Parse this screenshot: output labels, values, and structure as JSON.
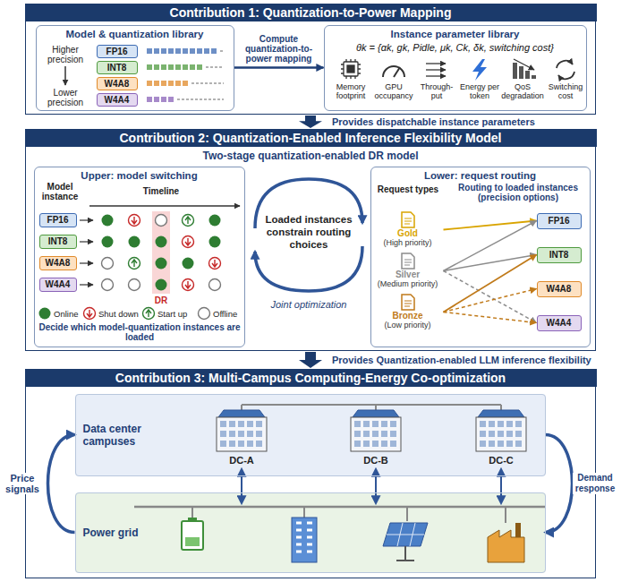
{
  "diagram": {
    "nodes": [
      {
        "text": [
          "Contribution 1: Quantization-to-Power Mapping"
        ]
      },
      {
        "text": [
          "Model & quantization library"
        ],
        "in": 0
      },
      {
        "text": [
          "FP16"
        ],
        "in": 1
      },
      {
        "text": [
          "INT8"
        ],
        "in": 1
      },
      {
        "text": [
          "W4A8"
        ],
        "in": 1
      },
      {
        "text": [
          "W4A4"
        ],
        "in": 1
      },
      {
        "text": [
          "Instance parameter library",
          "θk = {αk, gk, Pidle, μk, Ck, δk, switching cost}"
        ],
        "in": 0
      },
      {
        "text": [
          "Contribution 2: Quantization-Enabled Inference Flexibility Model",
          "Two-stage quantization-enabled DR model"
        ]
      },
      {
        "text": [
          "Upper: model switching"
        ],
        "in": 7
      },
      {
        "text": [
          "FP16"
        ],
        "in": 8
      },
      {
        "text": [
          "INT8"
        ],
        "in": 8
      },
      {
        "text": [
          "W4A8"
        ],
        "in": 8
      },
      {
        "text": [
          "W4A4"
        ],
        "in": 8
      },
      {
        "text": [
          "Lower: request routing"
        ],
        "in": 7
      },
      {
        "text": [
          "Gold",
          "(High priority)"
        ],
        "in": 13
      },
      {
        "text": [
          "Silver",
          "(Medium priority)"
        ],
        "in": 13
      },
      {
        "text": [
          "Bronze",
          "(Low priority)"
        ],
        "in": 13
      },
      {
        "text": [
          "FP16"
        ],
        "in": 13
      },
      {
        "text": [
          "INT8"
        ],
        "in": 13
      },
      {
        "text": [
          "W4A8"
        ],
        "in": 13
      },
      {
        "text": [
          "W4A4"
        ],
        "in": 13
      },
      {
        "text": [
          "Contribution 3: Multi-Campus Computing-Energy Co-optimization"
        ]
      },
      {
        "text": [
          "Data center campuses"
        ],
        "in": 21
      },
      {
        "text": [
          "Power grid"
        ],
        "in": 21
      }
    ],
    "edges": [
      {
        "from": 1,
        "to": 6,
        "label": "Compute quantization-to-power mapping",
        "arrow": "to"
      },
      {
        "from": 0,
        "to": 7,
        "label": "Provides dispatchable instance parameters",
        "arrow": "to"
      },
      {
        "from": 14,
        "to": 17,
        "arrow": "to"
      },
      {
        "from": 15,
        "to": 17,
        "arrow": "to"
      },
      {
        "from": 15,
        "to": 18,
        "arrow": "to"
      },
      {
        "from": 15,
        "to": 20,
        "arrow": "to"
      },
      {
        "from": 16,
        "to": 18,
        "arrow": "to"
      },
      {
        "from": 16,
        "to": 19,
        "arrow": "to"
      },
      {
        "from": 16,
        "to": 20,
        "arrow": "to"
      },
      {
        "from": 7,
        "to": 21,
        "label": "Provides Quantization-enabled LLM inference flexibility",
        "arrow": "to"
      },
      {
        "from": 23,
        "to": 22,
        "label": "Price signals",
        "arrow": "to"
      },
      {
        "from": 22,
        "to": 23,
        "label": "Demand response",
        "arrow": "to"
      }
    ],
    "labels": [
      "Higher precision",
      "Lower precision",
      "Memory footprint",
      "GPU occupancy",
      "Through-put",
      "Energy per token",
      "QoS degradation",
      "Switching cost",
      "Model instance",
      "Timeline",
      "DR",
      "Decide which model-quantization instances are loaded",
      "Loaded instances constrain routing choices",
      "Joint optimization",
      "Request types",
      "Routing to loaded instances (precision options)",
      "DC-A",
      "DC-B",
      "DC-C"
    ],
    "legend": [
      {
        "text": "Online"
      },
      {
        "text": "Shut down"
      },
      {
        "text": "Start up"
      },
      {
        "text": "Offline"
      }
    ]
  }
}
